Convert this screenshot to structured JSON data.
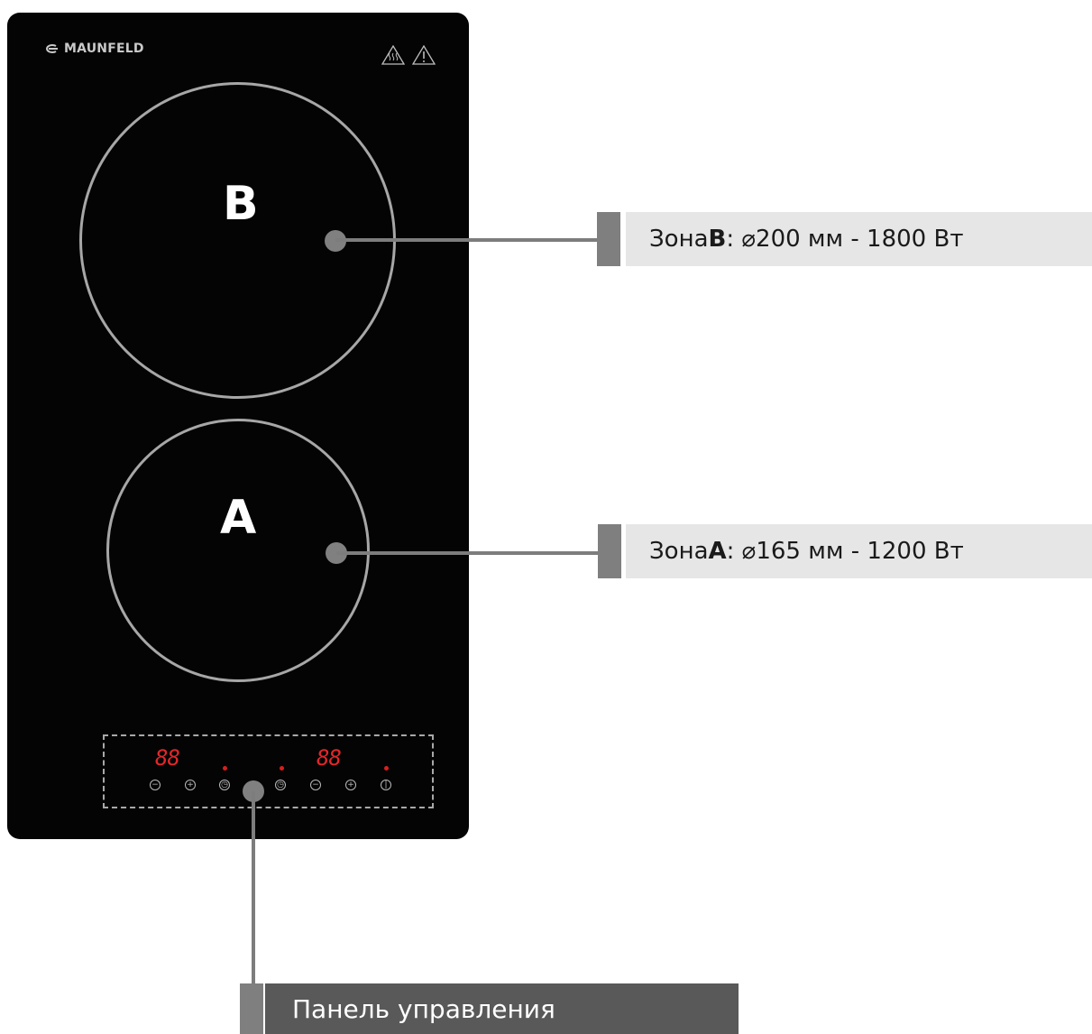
{
  "hob": {
    "brand": "MAUNFELD",
    "zone_b_letter": "B",
    "zone_a_letter": "A",
    "display_left": "88",
    "display_right": "88"
  },
  "callouts": {
    "zone_b": {
      "prefix": "Зона ",
      "letter": "B",
      "spec": " : ⌀200 мм - 1800 Вт"
    },
    "zone_a": {
      "prefix": "Зона ",
      "letter": "A",
      "spec": " : ⌀165 мм - 1200 Вт"
    },
    "panel": "Панель управления"
  },
  "colors": {
    "glass": "#050404",
    "ring": "#a7a7a7",
    "callout_box": "#e6e6e6",
    "callout_tab": "#7f7f7f",
    "panel_label_bg": "#595959",
    "led_red": "#e4262a"
  },
  "controls": [
    "minus-icon",
    "plus-icon",
    "timer-icon",
    "timer-icon",
    "minus-icon",
    "plus-icon",
    "power-icon"
  ]
}
